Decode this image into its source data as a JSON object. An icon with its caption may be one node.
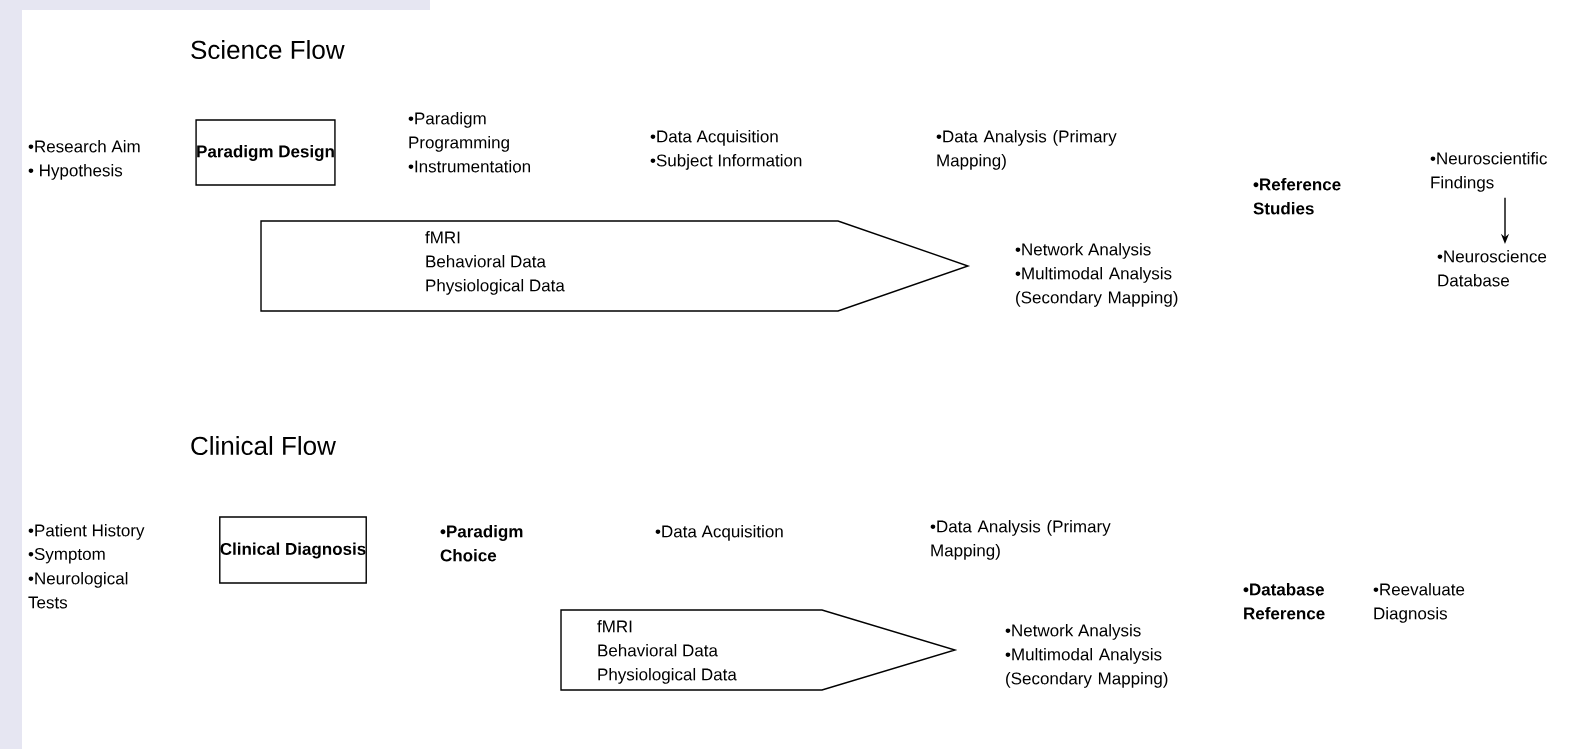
{
  "diagram": {
    "nodes": [
      {
        "text": [
          "Paradigm Design"
        ]
      },
      {
        "text": [
          "fMRI",
          "Behavioral Data",
          "Physiological Data"
        ]
      },
      {
        "text": [
          "•Neuroscientific Findings"
        ]
      },
      {
        "text": [
          "•Neuroscience Database"
        ]
      },
      {
        "text": [
          "Clinical Diagnosis"
        ]
      },
      {
        "text": [
          "fMRI",
          "Behavioral Data",
          "Physiological Data"
        ]
      }
    ],
    "edges": [
      {
        "from": 2,
        "to": 3,
        "arrow": "to"
      }
    ],
    "labels": [
      "Science Flow",
      "•Research Aim",
      "• Hypothesis",
      "•Paradigm Programming",
      "•Instrumentation",
      "•Data Acquisition",
      "•Subject Information",
      "•Data Analysis (Primary Mapping)",
      "•Reference Studies",
      "•Network Analysis",
      "•Multimodal Analysis (Secondary Mapping)",
      "Clinical Flow",
      "•Patient History",
      "•Symptom",
      "•Neurological Tests",
      "•Paradigm Choice",
      "•Data Acquisition",
      "•Data Analysis (Primary Mapping)",
      "•Database Reference",
      "•Reevaluate Diagnosis",
      "•Network Analysis",
      "•Multimodal Analysis (Secondary Mapping)"
    ]
  }
}
